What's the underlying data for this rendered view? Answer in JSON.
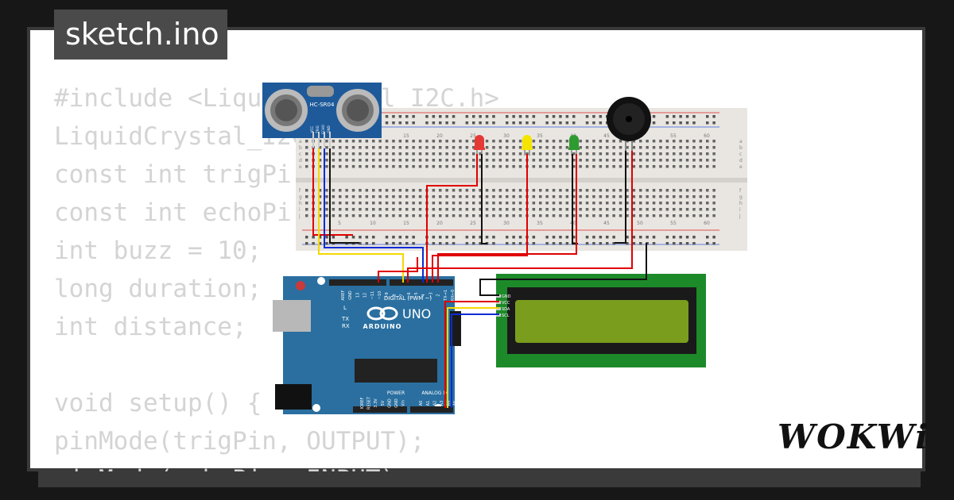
{
  "title": "sketch.ino",
  "code_lines": [
    "#include <LiquidCrystal_I2C.h>",
    "LiquidCrystal_I2C",
    "const int trigPi",
    "const int echoPi",
    "int buzz = 10;",
    "long duration;",
    "int distance;",
    "",
    "void setup() {",
    "pinMode(trigPin, OUTPUT);",
    "pinMode(echoPin, INPUT);"
  ],
  "sensor_label": "HC-SR04",
  "sensor_pins": [
    "VCC",
    "TRIG",
    "ECHO",
    "GND"
  ],
  "breadboard_numbers": [
    "5",
    "10",
    "15",
    "20",
    "25",
    "30",
    "35",
    "40",
    "45",
    "50",
    "55",
    "60"
  ],
  "breadboard_rows_top": [
    "a",
    "b",
    "c",
    "d",
    "e"
  ],
  "breadboard_rows_bottom": [
    "f",
    "g",
    "h",
    "i",
    "j"
  ],
  "leds": [
    {
      "color_name": "red",
      "color": "#e53935"
    },
    {
      "color_name": "yellow",
      "color": "#f5e400"
    },
    {
      "color_name": "green",
      "color": "#2e9b30"
    }
  ],
  "arduino": {
    "brand": "ARDUINO",
    "model": "UNO",
    "digital_label": "DIGITAL (PWM ~)",
    "power_label": "POWER",
    "analog_label": "ANALOG IN",
    "l_label": "L",
    "tx_label": "TX",
    "rx_label": "RX",
    "top_pins": [
      "AREF",
      "GND",
      "13",
      "12",
      "~11",
      "~10",
      "~9",
      "8",
      "7",
      "~6",
      "~5",
      "4",
      "~3",
      "2",
      "TX→1",
      "RX←0"
    ],
    "bottom_pins": [
      "IOREF",
      "RESET",
      "3.3V",
      "5V",
      "GND",
      "GND",
      "Vin",
      "A0",
      "A1",
      "A2",
      "A3",
      "A4",
      "A5"
    ]
  },
  "lcd_pins": [
    "GND",
    "VCC",
    "SDA",
    "SCL"
  ],
  "logo": "WOKWi",
  "colors": {
    "wire_red": "#e00000",
    "wire_black": "#111111",
    "wire_blue": "#0a2bd6",
    "wire_yellow": "#f5d800",
    "arduino_blue": "#2a6fa0",
    "lcd_green": "#1d8a2a",
    "lcd_screen": "#7a9d1e"
  }
}
